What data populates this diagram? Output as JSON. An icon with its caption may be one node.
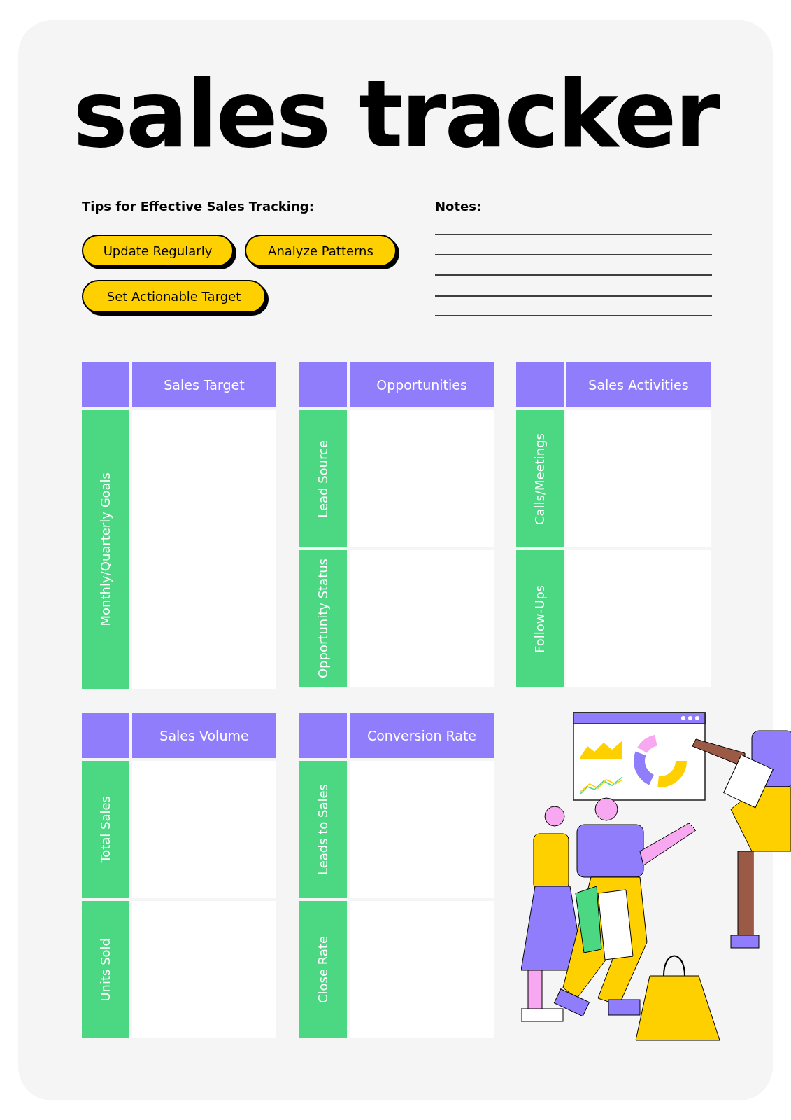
{
  "diagram": {
    "title": "sales tracker",
    "nodes": [
      {
        "text": [
          "Update Regularly"
        ]
      },
      {
        "text": [
          "Analyze Patterns"
        ]
      },
      {
        "text": [
          "Set Actionable Target"
        ]
      },
      {
        "text": [],
        "shape": "box"
      },
      {
        "text": [
          "Sales Target"
        ]
      },
      {
        "text": [
          "Monthly/Quarterly Goals"
        ]
      },
      {
        "text": [],
        "shape": "box"
      },
      {
        "text": [],
        "shape": "box"
      },
      {
        "text": [
          "Opportunities"
        ]
      },
      {
        "text": [
          "Lead Source"
        ]
      },
      {
        "text": [],
        "shape": "box"
      },
      {
        "text": [
          "Opportunity Status"
        ]
      },
      {
        "text": [],
        "shape": "box"
      },
      {
        "text": [],
        "shape": "box"
      },
      {
        "text": [
          "Sales Activities"
        ]
      },
      {
        "text": [
          "Calls/Meetings"
        ]
      },
      {
        "text": [],
        "shape": "box"
      },
      {
        "text": [
          "Follow-Ups"
        ]
      },
      {
        "text": [],
        "shape": "box"
      },
      {
        "text": [],
        "shape": "box"
      },
      {
        "text": [
          "Sales Volume"
        ]
      },
      {
        "text": [
          "Total Sales"
        ]
      },
      {
        "text": [],
        "shape": "box"
      },
      {
        "text": [
          "Units Sold"
        ]
      },
      {
        "text": [],
        "shape": "box"
      },
      {
        "text": [],
        "shape": "box"
      },
      {
        "text": [
          "Conversion Rate"
        ]
      },
      {
        "text": [
          "Leads to Sales"
        ]
      },
      {
        "text": [],
        "shape": "box"
      },
      {
        "text": [
          "Close Rate"
        ]
      },
      {
        "text": [],
        "shape": "box"
      }
    ],
    "labels": [
      "Tips for Effective Sales Tracking:",
      "Notes:"
    ]
  }
}
